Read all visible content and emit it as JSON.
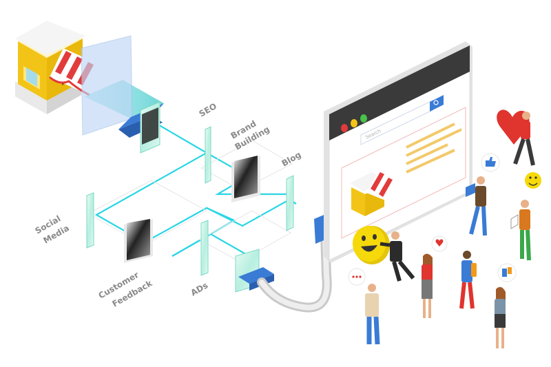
{
  "labels": {
    "seo": "SEO",
    "brand_line1": "Brand",
    "brand_line2": "Building",
    "blog": "Blog",
    "social_line1": "Social",
    "social_line2": "Media",
    "customer_line1": "Customer",
    "customer_line2": "Feedback",
    "ads": "ADs"
  },
  "browser": {
    "search_placeholder": "Search"
  },
  "icons": [
    "store-icon",
    "heart-icon",
    "smiley-icon",
    "thumbs-up-icon",
    "like-badge-icon",
    "chat-bubble-icon"
  ],
  "colors": {
    "flow_line": "#29d6e6",
    "browser_frame": "#3a3a3a",
    "accent_blue": "#3a7bd5",
    "store_yellow": "#f2c417",
    "awning_red": "#e23b3b",
    "heart_red": "#e0342f"
  }
}
